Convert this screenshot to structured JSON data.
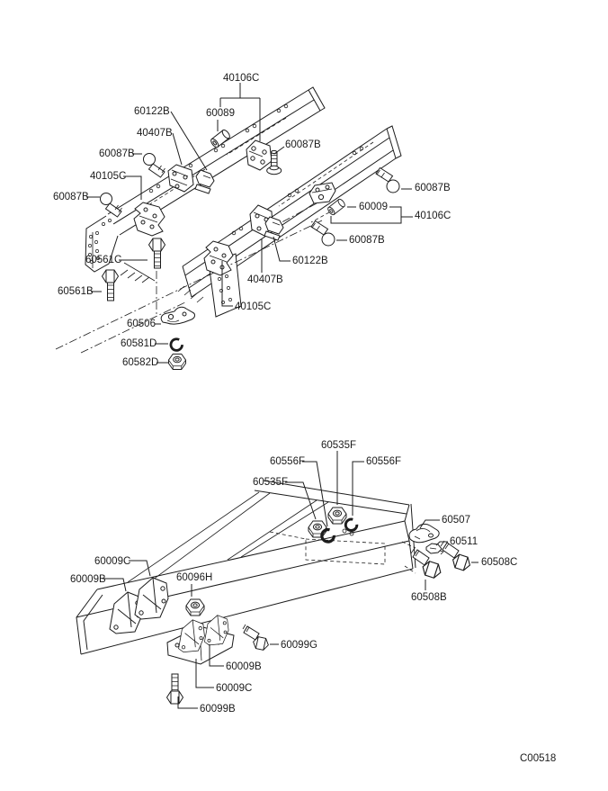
{
  "diagram": {
    "figure_code": "C00518",
    "colors": {
      "background": "#ffffff",
      "ink": "#1c1c1c"
    },
    "top_section": {
      "labels": [
        {
          "text": "40106C"
        },
        {
          "text": "60122B"
        },
        {
          "text": "60089"
        },
        {
          "text": "40407B"
        },
        {
          "text": "60087B"
        },
        {
          "text": "40105C"
        },
        {
          "text": "60087B"
        },
        {
          "text": "60087B"
        },
        {
          "text": "60087B"
        },
        {
          "text": "60009"
        },
        {
          "text": "40106C"
        },
        {
          "text": "60087B"
        },
        {
          "text": "60122B"
        },
        {
          "text": "40407B"
        },
        {
          "text": "40105C"
        },
        {
          "text": "60561C"
        },
        {
          "text": "60561B"
        },
        {
          "text": "60506"
        },
        {
          "text": "60581D"
        },
        {
          "text": "60582D"
        }
      ]
    },
    "bottom_section": {
      "labels": [
        {
          "text": "60535F"
        },
        {
          "text": "60556F"
        },
        {
          "text": "60556F"
        },
        {
          "text": "60535F"
        },
        {
          "text": "60507"
        },
        {
          "text": "60511"
        },
        {
          "text": "60508C"
        },
        {
          "text": "60508B"
        },
        {
          "text": "60009C"
        },
        {
          "text": "60009B"
        },
        {
          "text": "60096H"
        },
        {
          "text": "60099G"
        },
        {
          "text": "60009B"
        },
        {
          "text": "60009C"
        },
        {
          "text": "60099B"
        }
      ]
    }
  }
}
